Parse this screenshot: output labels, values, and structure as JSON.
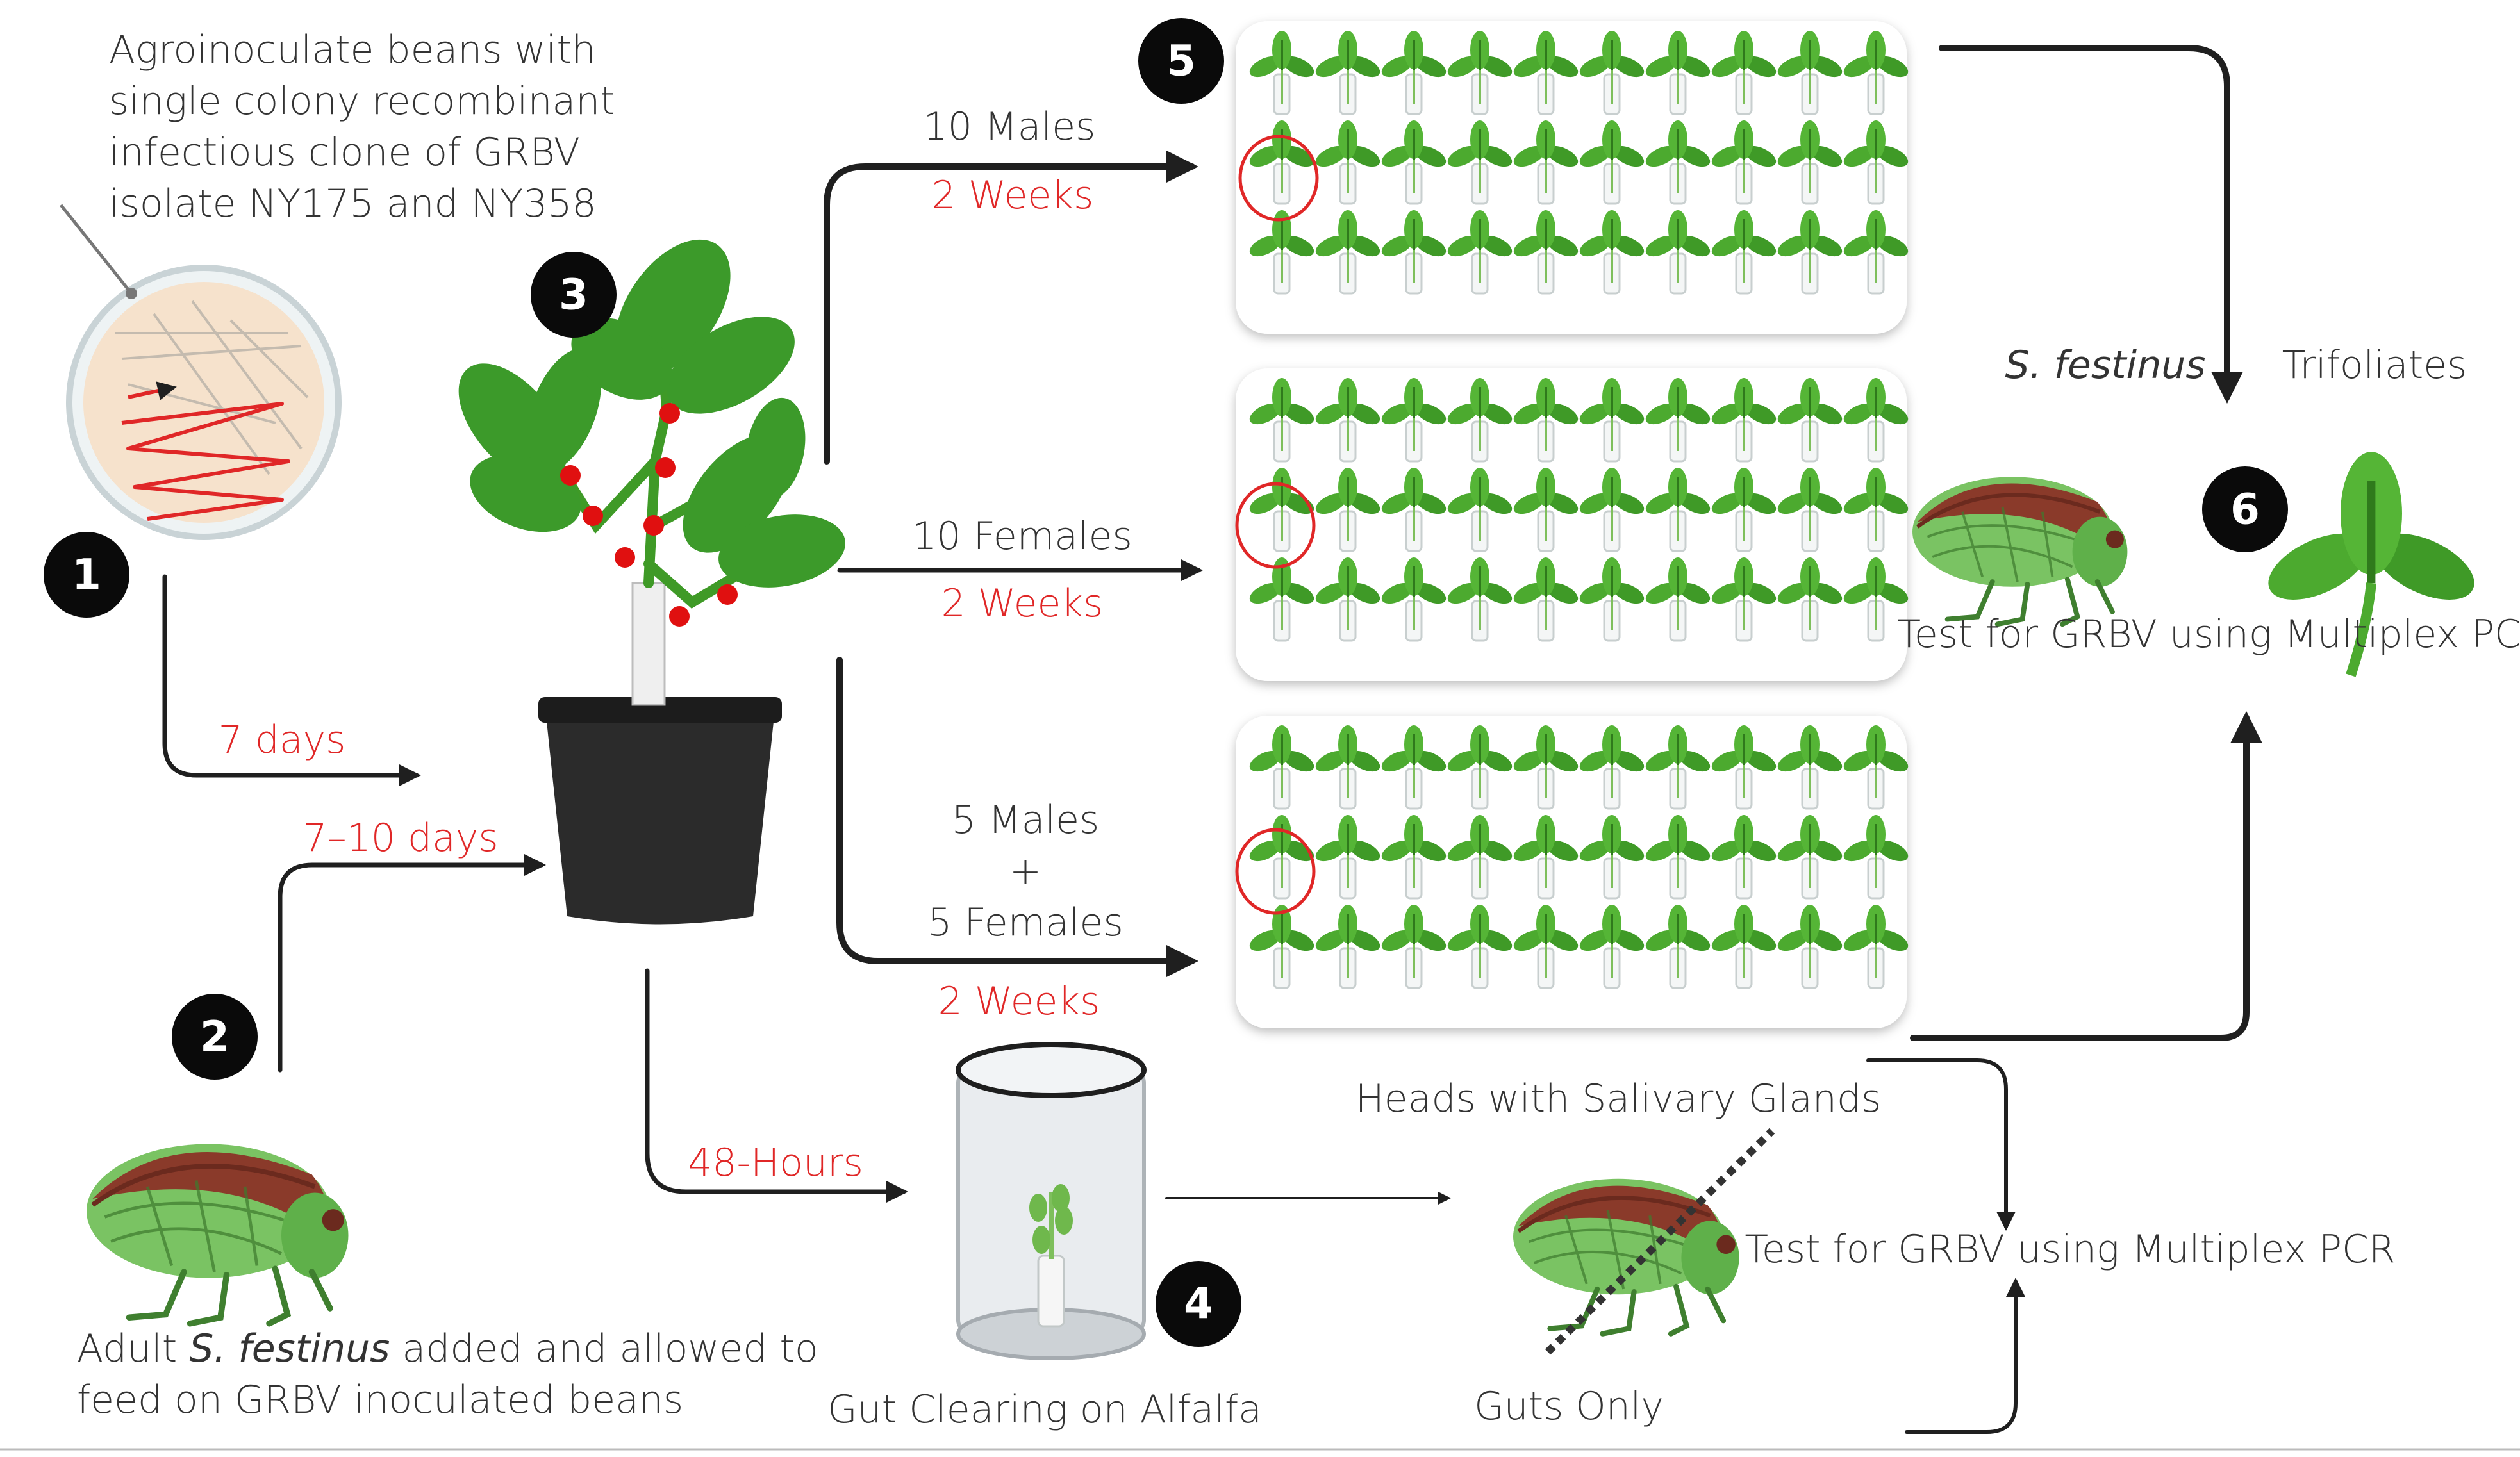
{
  "steps": {
    "s1": "1",
    "s2": "2",
    "s3": "3",
    "s4": "4",
    "s5": "5",
    "s6": "6"
  },
  "text": {
    "agro_line1": "Agroinoculate beans with",
    "agro_line2": "single colony recombinant",
    "agro_line3": "infectious clone of GRBV",
    "agro_line4": "isolate NY175 and NY358",
    "adult_prefix": "Adult ",
    "adult_species": "S. festinus",
    "adult_suffix": " added and allowed to",
    "adult_line2": "feed on GRBV inoculated beans",
    "days7": "7 days",
    "days7_10": "7–10 days",
    "hours48": "48-Hours",
    "group1_label": "10 Males",
    "group2_label": "10 Females",
    "group3_line1": "5 Males",
    "group3_line2": "+",
    "group3_line3": "5 Females",
    "weeks1": "2 Weeks",
    "weeks2": "2 Weeks",
    "weeks3": "2 Weeks",
    "gut_clearing": "Gut Clearing on Alfalfa",
    "heads": "Heads with Salivary Glands",
    "guts_only": "Guts Only",
    "test_bottom": "Test for GRBV using Multiplex PCR",
    "test_right": "Test for GRBV using Multiplex PCR",
    "species_right": "S. festinus",
    "trifoliates": "Trifoliates"
  },
  "colors": {
    "accent_red": "#e02727",
    "leaf_green": "#4caa2f",
    "insect_green": "#6fc05a",
    "insect_brown": "#8a3a2a",
    "arrow": "#1f1f1f"
  }
}
